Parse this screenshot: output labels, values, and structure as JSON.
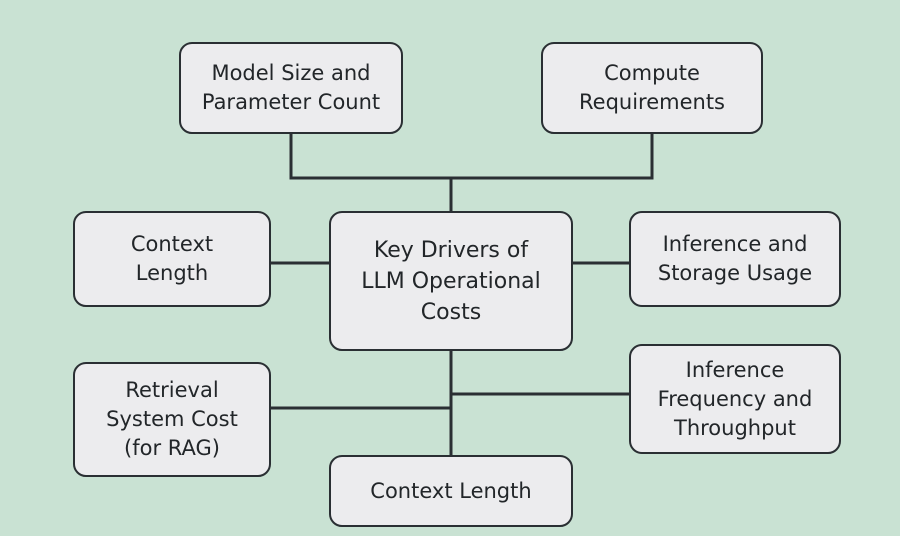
{
  "diagram": {
    "center": {
      "label": "Key Drivers of\nLLM Operational\nCosts"
    },
    "nodes": [
      {
        "id": "model-size",
        "label": "Model Size and\nParameter Count"
      },
      {
        "id": "compute",
        "label": "Compute\nRequirements"
      },
      {
        "id": "context-length-left",
        "label": "Context\nLength"
      },
      {
        "id": "inference-storage",
        "label": "Inference and\nStorage Usage"
      },
      {
        "id": "retrieval",
        "label": "Retrieval\nSystem Cost\n(for RAG)"
      },
      {
        "id": "inference-frequency",
        "label": "Inference\nFrequency and\nThroughput"
      },
      {
        "id": "context-length-bottom",
        "label": "Context Length"
      }
    ]
  },
  "colors": {
    "background": "#c9e2d3",
    "node_fill": "#ececee",
    "stroke": "#2a2f33",
    "text": "#222629"
  }
}
